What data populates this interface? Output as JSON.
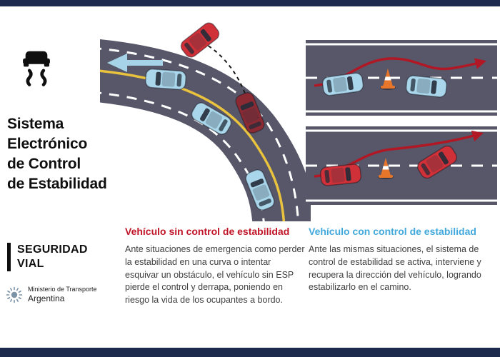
{
  "colors": {
    "navy": "#1c2b4d",
    "road": "#575769",
    "lane_yellow": "#e9c23e",
    "red_heading": "#c01527",
    "blue_heading": "#41a8dc",
    "arrow_red": "#b01825",
    "car_blue": "#a9d6ea",
    "car_red": "#d03038",
    "car_darkred": "#8c2a33",
    "cone_orange": "#e8762a",
    "body_text": "#3f3f3f"
  },
  "icons": {
    "esp_icon": "car-with-skid-tracks",
    "sun_icon": "sol-de-mayo-sun",
    "cone_icon": "traffic-cone",
    "direction_arrow": "left-arrow",
    "trajectory_arrow": "red-path-arrow"
  },
  "branding": {
    "title_lines": [
      "Sistema",
      "Electrónico",
      "de Control",
      "de Estabilidad"
    ],
    "program_line1": "SEGURIDAD",
    "program_line2": "VIAL",
    "ministry_line1": "Ministerio de Transporte",
    "ministry_line2": "Argentina"
  },
  "sections": {
    "without_esc": {
      "heading": "Vehículo sin control de estabilidad",
      "body": "Ante situaciones de emergencia como perder la estabilidad en una curva o intentar esquivar un obstáculo, el vehículo sin ESP pierde el control y derrapa, poniendo en riesgo la vida de los ocupantes a bordo."
    },
    "with_esc": {
      "heading": "Vehículo con control de estabilidad",
      "body": "Ante las mismas situaciones, el sistema de control de estabilidad se activa, interviene y recupera la dirección del vehículo, logrando estabilizarlo en el camino."
    }
  }
}
